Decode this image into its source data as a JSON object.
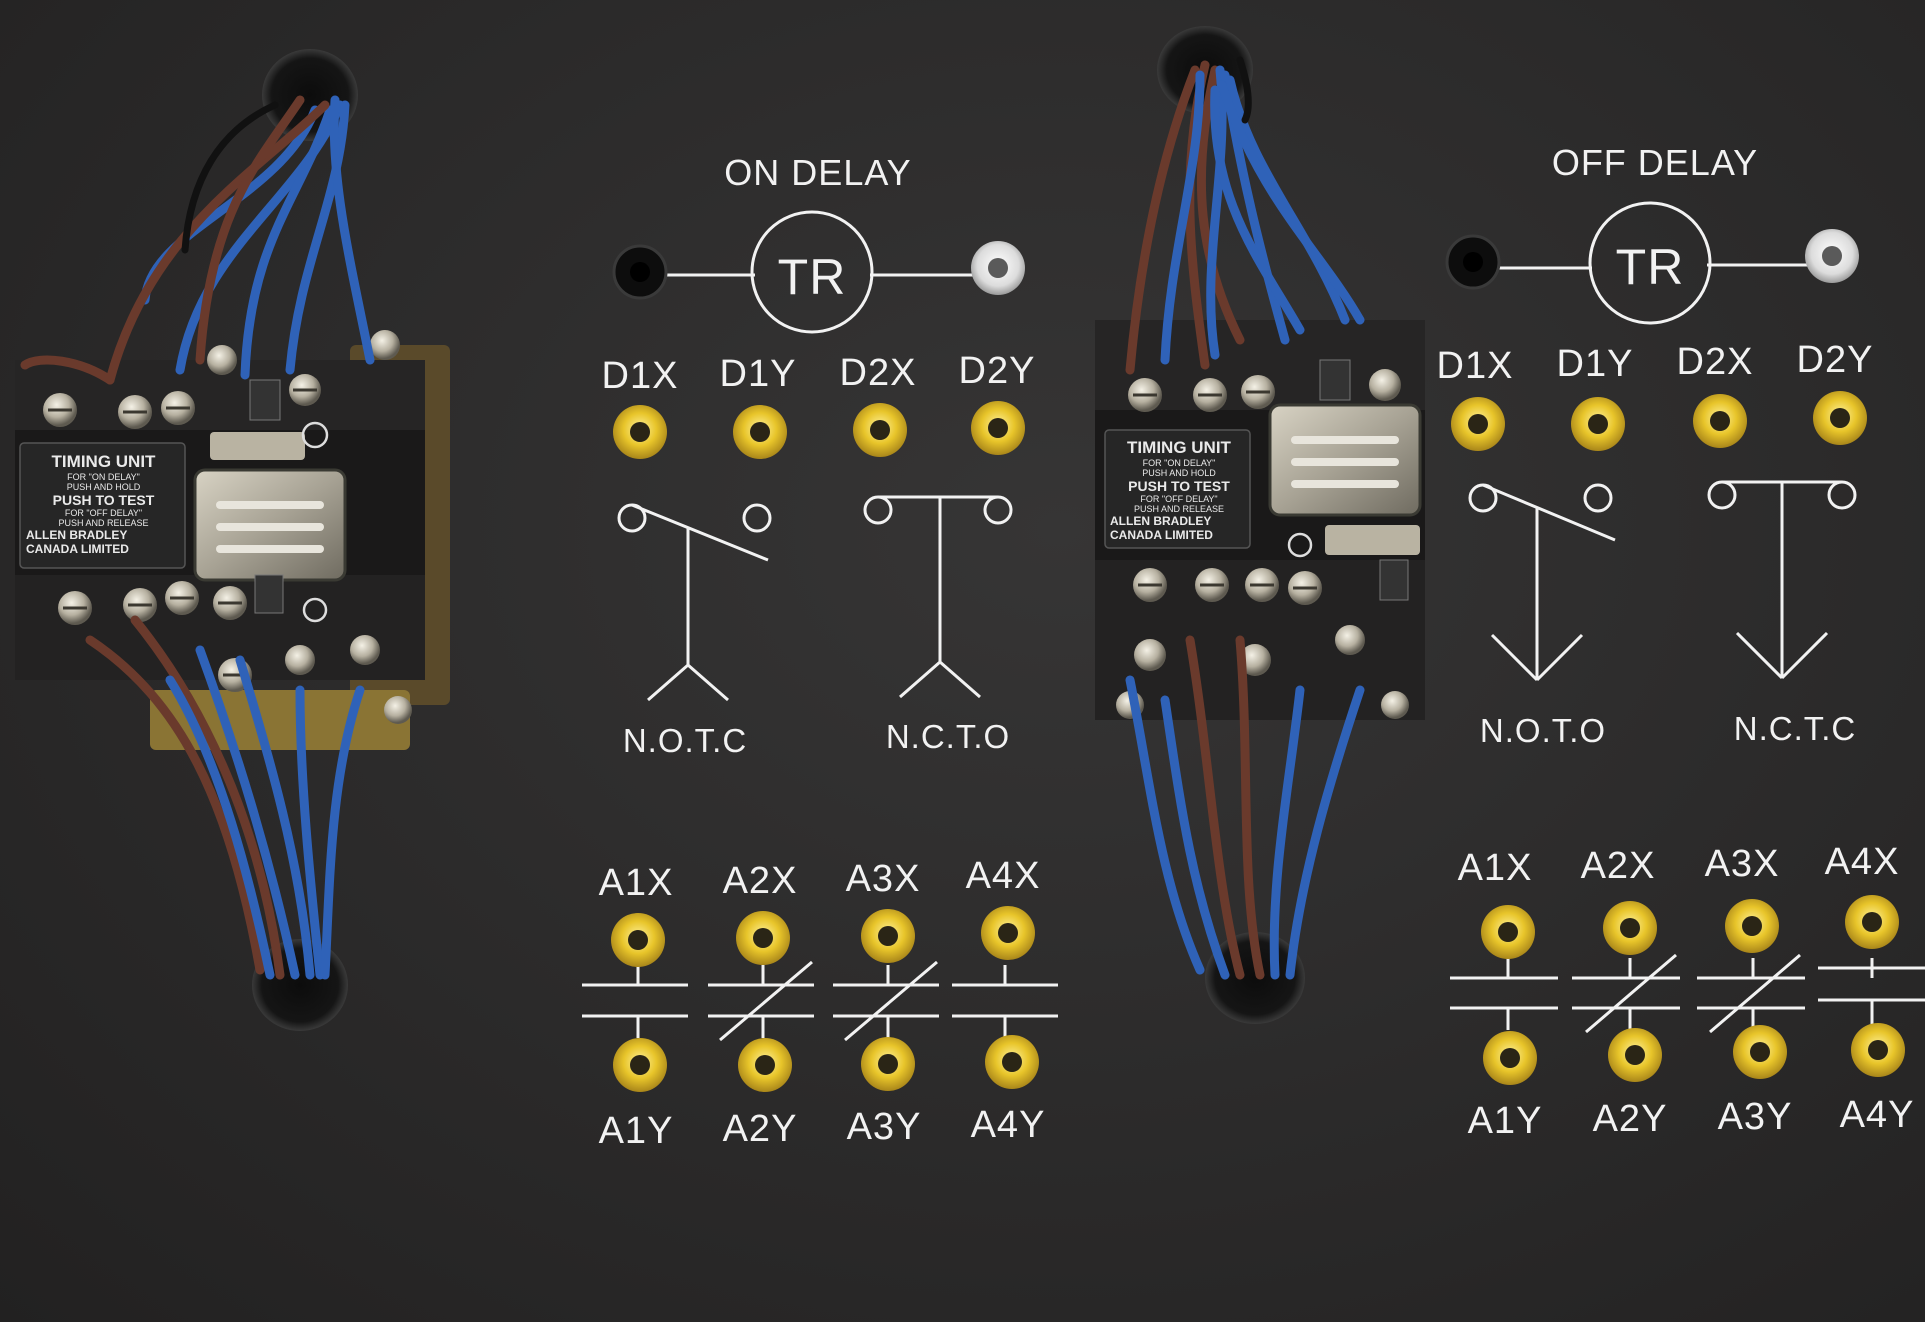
{
  "colors": {
    "panel": "#2b2a2a",
    "print": "#f2f2f2",
    "yellow_terminal": "#e8c52a",
    "wire_blue": "#2f62b8",
    "wire_brown": "#6a3a2c"
  },
  "relays": [
    {
      "label_title": "TIMING UNIT",
      "line1": "FOR \"ON DELAY\"",
      "line2": "PUSH AND HOLD",
      "push": "PUSH TO TEST",
      "line3": "FOR \"OFF DELAY\"",
      "line4": "PUSH AND RELEASE",
      "mfr1": "ALLEN BRADLEY",
      "mfr2": "CANADA LIMITED"
    },
    {
      "label_title": "TIMING UNIT",
      "line1": "FOR \"ON DELAY\"",
      "line2": "PUSH AND HOLD",
      "push": "PUSH TO TEST",
      "line3": "FOR \"OFF DELAY\"",
      "line4": "PUSH AND RELEASE",
      "mfr1": "ALLEN BRADLEY",
      "mfr2": "CANADA LIMITED"
    }
  ],
  "on_delay": {
    "title": "ON DELAY",
    "coil": "TR",
    "d_terminals": [
      "D1X",
      "D1Y",
      "D2X",
      "D2Y"
    ],
    "contact_left": "N.O.T.C",
    "contact_right": "N.C.T.O",
    "a_top": [
      "A1X",
      "A2X",
      "A3X",
      "A4X"
    ],
    "a_bottom": [
      "A1Y",
      "A2Y",
      "A3Y",
      "A4Y"
    ]
  },
  "off_delay": {
    "title": "OFF DELAY",
    "coil": "TR",
    "d_terminals": [
      "D1X",
      "D1Y",
      "D2X",
      "D2Y"
    ],
    "contact_left": "N.O.T.O",
    "contact_right": "N.C.T.C",
    "a_top": [
      "A1X",
      "A2X",
      "A3X",
      "A4X"
    ],
    "a_bottom": [
      "A1Y",
      "A2Y",
      "A3Y",
      "A4Y"
    ]
  }
}
